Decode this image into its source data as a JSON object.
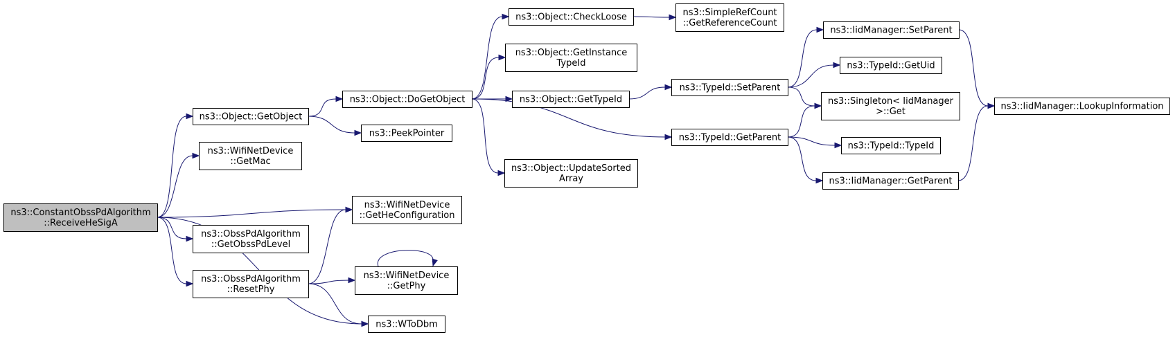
{
  "colors": {
    "edge": "#191970",
    "root_fill": "#bfbfbf",
    "node_fill": "#ffffff",
    "node_stroke": "#000000"
  },
  "nodes": {
    "receive": {
      "lines": [
        "ns3::ConstantObssPdAlgorithm",
        "::ReceiveHeSigA"
      ],
      "root": true
    },
    "getobject": {
      "lines": [
        "ns3::Object::GetObject"
      ]
    },
    "getmac": {
      "lines": [
        "ns3::WifiNetDevice",
        "::GetMac"
      ]
    },
    "getobsspd": {
      "lines": [
        "ns3::ObssPdAlgorithm",
        "::GetObssPdLevel"
      ]
    },
    "resetphy": {
      "lines": [
        "ns3::ObssPdAlgorithm",
        "::ResetPhy"
      ]
    },
    "dogetobject": {
      "lines": [
        "ns3::Object::DoGetObject"
      ]
    },
    "peekpointer": {
      "lines": [
        "ns3::PeekPointer"
      ]
    },
    "getheconf": {
      "lines": [
        "ns3::WifiNetDevice",
        "::GetHeConfiguration"
      ]
    },
    "getphy": {
      "lines": [
        "ns3::WifiNetDevice",
        "::GetPhy"
      ]
    },
    "wtodbm": {
      "lines": [
        "ns3::WToDbm"
      ]
    },
    "checkloose": {
      "lines": [
        "ns3::Object::CheckLoose"
      ]
    },
    "getinstance": {
      "lines": [
        "ns3::Object::GetInstance",
        "TypeId"
      ]
    },
    "objgettypeid": {
      "lines": [
        "ns3::Object::GetTypeId"
      ]
    },
    "updatesorted": {
      "lines": [
        "ns3::Object::UpdateSorted",
        "Array"
      ]
    },
    "getrefcount": {
      "lines": [
        "ns3::SimpleRefCount",
        "::GetReferenceCount"
      ]
    },
    "setparent": {
      "lines": [
        "ns3::TypeId::SetParent"
      ]
    },
    "getparent": {
      "lines": [
        "ns3::TypeId::GetParent"
      ]
    },
    "iidsetparent": {
      "lines": [
        "ns3::IidManager::SetParent"
      ]
    },
    "getuid": {
      "lines": [
        "ns3::TypeId::GetUid"
      ]
    },
    "singleton": {
      "lines": [
        "ns3::Singleton< IidManager",
        ">::Get"
      ]
    },
    "typeidctor": {
      "lines": [
        "ns3::TypeId::TypeId"
      ]
    },
    "iidgetparent": {
      "lines": [
        "ns3::IidManager::GetParent"
      ]
    },
    "lookup": {
      "lines": [
        "ns3::IidManager::LookupInformation"
      ]
    }
  },
  "edges": [
    [
      "receive",
      "getobject"
    ],
    [
      "receive",
      "getmac"
    ],
    [
      "receive",
      "getheconf"
    ],
    [
      "receive",
      "getobsspd"
    ],
    [
      "receive",
      "resetphy"
    ],
    [
      "receive",
      "wtodbm"
    ],
    [
      "getobject",
      "dogetobject"
    ],
    [
      "getobject",
      "peekpointer"
    ],
    [
      "dogetobject",
      "checkloose"
    ],
    [
      "dogetobject",
      "getinstance"
    ],
    [
      "dogetobject",
      "objgettypeid"
    ],
    [
      "dogetobject",
      "updatesorted"
    ],
    [
      "dogetobject",
      "getparent"
    ],
    [
      "checkloose",
      "getrefcount"
    ],
    [
      "objgettypeid",
      "setparent"
    ],
    [
      "resetphy",
      "getheconf"
    ],
    [
      "resetphy",
      "getphy"
    ],
    [
      "resetphy",
      "wtodbm"
    ],
    [
      "getphy",
      "getphy"
    ],
    [
      "setparent",
      "iidsetparent"
    ],
    [
      "setparent",
      "getuid"
    ],
    [
      "setparent",
      "singleton"
    ],
    [
      "getparent",
      "singleton"
    ],
    [
      "getparent",
      "typeidctor"
    ],
    [
      "getparent",
      "iidgetparent"
    ],
    [
      "iidsetparent",
      "lookup"
    ],
    [
      "iidgetparent",
      "lookup"
    ]
  ]
}
